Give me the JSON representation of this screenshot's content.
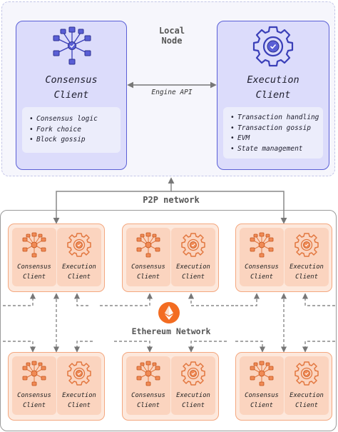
{
  "local_node": {
    "label": "Local\nNode",
    "consensus": {
      "title": "Consensus\nClient",
      "icon": "network-nodes-icon",
      "items": [
        "Consensus logic",
        "Fork choice",
        "Block gossip"
      ]
    },
    "execution": {
      "title": "Execution\nClient",
      "icon": "gear-check-icon",
      "items": [
        "Transaction handling",
        "Transaction gossip",
        "EVM",
        "State management"
      ]
    },
    "engine_api_label": "Engine API"
  },
  "p2p_label": "P2P network",
  "network_label": "Ethereum Network",
  "network_icon": "ethereum-logo-icon",
  "peers": [
    {
      "consensus_label": "Consensus\nClient",
      "execution_label": "Execution\nClient"
    },
    {
      "consensus_label": "Consensus\nClient",
      "execution_label": "Execution\nClient"
    },
    {
      "consensus_label": "Consensus\nClient",
      "execution_label": "Execution\nClient"
    },
    {
      "consensus_label": "Consensus\nClient",
      "execution_label": "Execution\nClient"
    },
    {
      "consensus_label": "Consensus\nClient",
      "execution_label": "Execution\nClient"
    },
    {
      "consensus_label": "Consensus\nClient",
      "execution_label": "Execution\nClient"
    }
  ],
  "colors": {
    "local_accent": "#5a5fd6",
    "local_fill": "#dcdcfb",
    "peer_accent": "#f4a77f",
    "peer_fill": "#fde8dc",
    "ethereum_orange": "#f36c21"
  }
}
